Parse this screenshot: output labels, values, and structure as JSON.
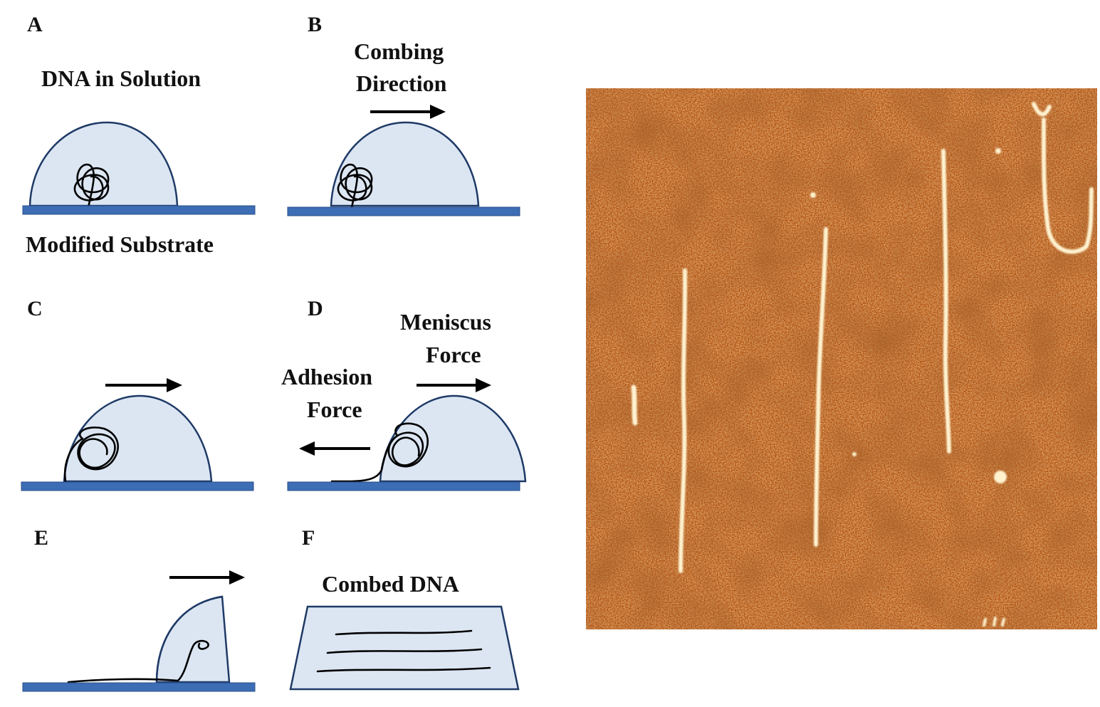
{
  "panels": {
    "a": {
      "letter": "A",
      "caption_top": "DNA in Solution",
      "caption_bottom": "Modified Substrate"
    },
    "b": {
      "letter": "B",
      "caption_line1": "Combing",
      "caption_line2": "Direction"
    },
    "c": {
      "letter": "C"
    },
    "d": {
      "letter": "D",
      "meniscus_line1": "Meniscus",
      "meniscus_line2": "Force",
      "adhesion_line1": "Adhesion",
      "adhesion_line2": "Force"
    },
    "e": {
      "letter": "E"
    },
    "f": {
      "letter": "F",
      "caption": "Combed DNA"
    }
  },
  "colors": {
    "droplet_fill": "#dce6f3",
    "droplet_outline": "#1f3a66",
    "substrate": "#3c6db5",
    "dna_strand": "#000000",
    "afm_background": "#b4540e",
    "afm_fiber": "#fff2cf"
  },
  "afm_image": {
    "description_icon": "afm-micrograph",
    "fiber_count": 4
  }
}
